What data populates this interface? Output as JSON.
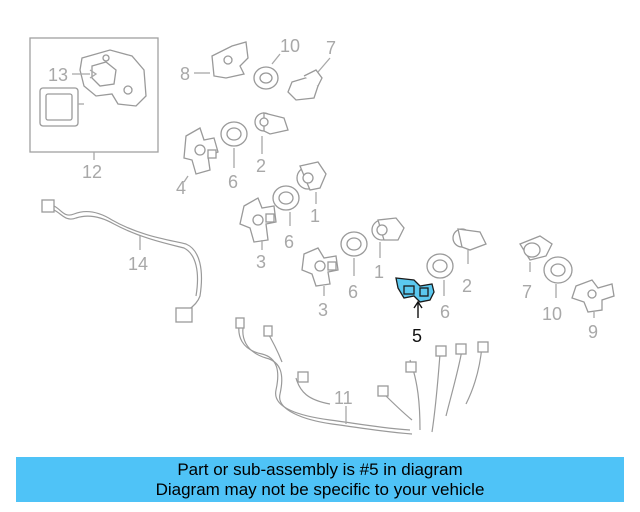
{
  "callouts": {
    "c13": "13",
    "c12": "12",
    "c8": "8",
    "c10a": "10",
    "c7a": "7",
    "c4": "4",
    "c6a": "6",
    "c2a": "2",
    "c1a": "1",
    "c3a": "3",
    "c6b": "6",
    "c14": "14",
    "c1b": "1",
    "c3b": "3",
    "c6c": "6",
    "c2b": "2",
    "c6d": "6",
    "c5": "5",
    "c7b": "7",
    "c10b": "10",
    "c9": "9",
    "c11": "11"
  },
  "highlight_color": "#4fc3f7",
  "banner": {
    "line1": "Part or sub-assembly is #5 in diagram",
    "line2": "Diagram may not be specific to your vehicle"
  }
}
